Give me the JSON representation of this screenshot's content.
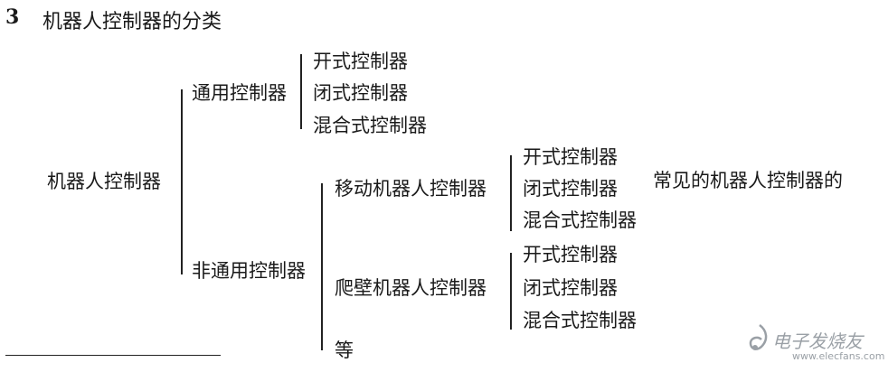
{
  "title": {
    "number": "3",
    "text": "机器人控制器的分类"
  },
  "root": "机器人控制器",
  "branches": {
    "general": {
      "label": "通用控制器",
      "children": [
        "开式控制器",
        "闭式控制器",
        "混合式控制器"
      ]
    },
    "nongeneral": {
      "label": "非通用控制器",
      "mobile": {
        "label": "移动机器人控制器",
        "children": [
          "开式控制器",
          "闭式控制器",
          "混合式控制器"
        ]
      },
      "climbing": {
        "label": "爬壁机器人控制器",
        "children": [
          "开式控制器",
          "闭式控制器",
          "混合式控制器"
        ]
      },
      "etc": "等"
    }
  },
  "note": "常见的机器人控制器的",
  "watermark": {
    "text": "电子发烧友",
    "url": "www.elecfans.com"
  }
}
